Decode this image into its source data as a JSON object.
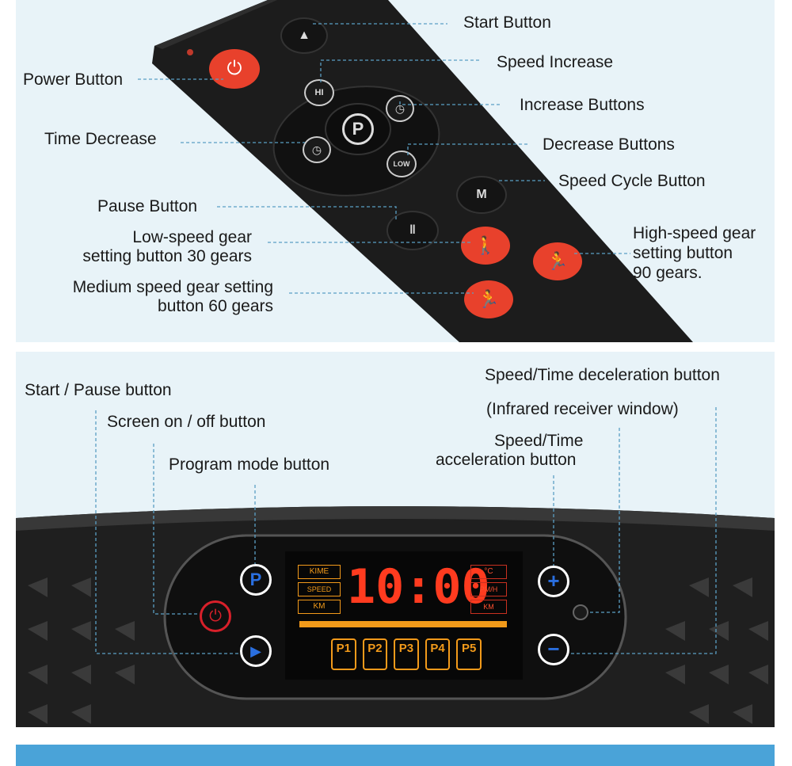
{
  "remote": {
    "labels": {
      "start": "Start Button",
      "speed_increase": "Speed Increase",
      "increase_buttons": "Increase Buttons",
      "decrease_buttons": "Decrease Buttons",
      "speed_cycle": "Speed Cycle Button",
      "high_speed_line1": "High-speed gear",
      "high_speed_line2": "setting button",
      "high_speed_line3": "90 gears.",
      "power": "Power Button",
      "time_decrease": "Time Decrease",
      "pause": "Pause Button",
      "low_speed_line1": "Low-speed gear",
      "low_speed_line2": "setting button 30 gears",
      "medium_speed_line1": "Medium speed gear setting",
      "medium_speed_line2": "button 60 gears"
    },
    "button_glyphs": {
      "hi": "HI",
      "low": "LOW",
      "program": "P",
      "mode": "M"
    },
    "colors": {
      "body": "#1c1c1c",
      "accent": "#e8412c"
    }
  },
  "console": {
    "labels": {
      "start_pause": "Start / Pause button",
      "screen_on_off": "Screen on / off button",
      "program_mode": "Program mode button",
      "speed_time_decel": "Speed/Time deceleration button",
      "infrared": "(Infrared receiver window)",
      "speed_time_accel_line1": "Speed/Time",
      "speed_time_accel_line2": "acceleration button"
    },
    "display": {
      "time": "10:00",
      "left_indicators": [
        "KIME",
        "SPEED",
        "KM"
      ],
      "right_indicators": [
        "°C",
        "PM/H",
        "KM"
      ],
      "programs": [
        "P1",
        "P2",
        "P3",
        "P4",
        "P5"
      ],
      "program_button": "P"
    },
    "colors": {
      "segment": "#ff3b1f",
      "amber": "#f29a1a",
      "button_ring": "#ffffff",
      "button_blue": "#2a6fe0",
      "power_red": "#d8202a"
    }
  }
}
